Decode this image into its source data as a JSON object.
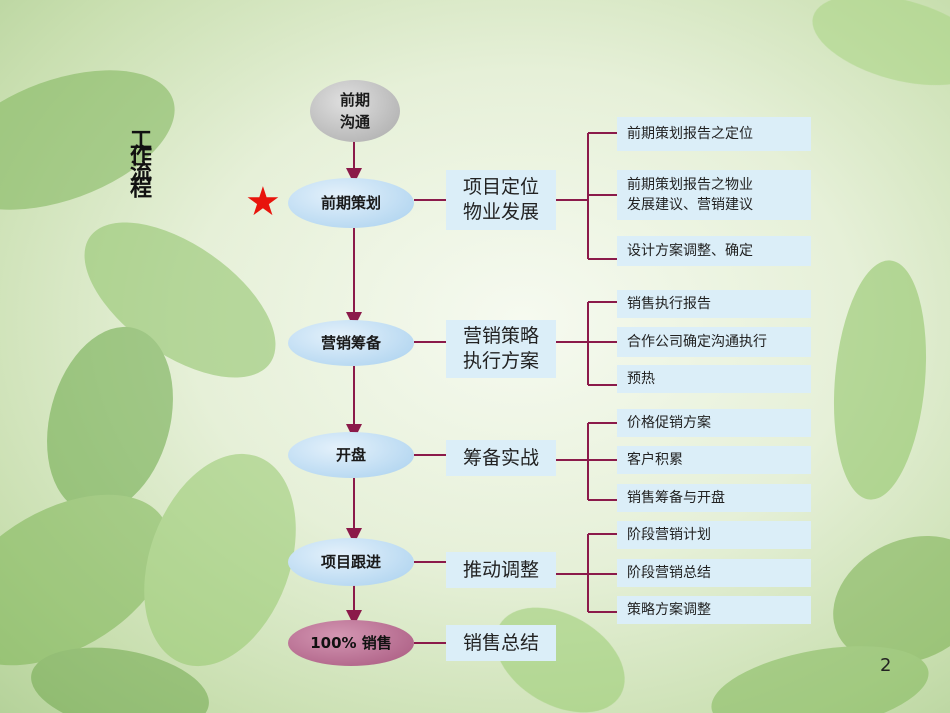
{
  "title": "工作流程",
  "page_number": "2",
  "flow_nodes": [
    {
      "label": "前期\n沟通"
    },
    {
      "label": "前期策划"
    },
    {
      "label": "营销筹备"
    },
    {
      "label": "开盘"
    },
    {
      "label": "项目跟进"
    },
    {
      "label": "100% 销售"
    }
  ],
  "stages": [
    {
      "label": "项目定位\n物业发展",
      "items": [
        "前期策划报告之定位",
        "前期策划报告之物业\n发展建议、营销建议",
        "设计方案调整、确定"
      ]
    },
    {
      "label": "营销策略\n执行方案",
      "items": [
        "销售执行报告",
        "合作公司确定沟通执行",
        "预热"
      ]
    },
    {
      "label": "筹备实战",
      "items": [
        "价格促销方案",
        "客户积累",
        "销售筹备与开盘"
      ]
    },
    {
      "label": "推动调整",
      "items": [
        "阶段营销计划",
        "阶段营销总结",
        "策略方案调整"
      ]
    },
    {
      "label": "销售总结",
      "items": []
    }
  ],
  "colors": {
    "connector": "#8b1a4a",
    "star": "#e8140c",
    "box": "#dbeef8"
  },
  "current_marker": "star-icon"
}
